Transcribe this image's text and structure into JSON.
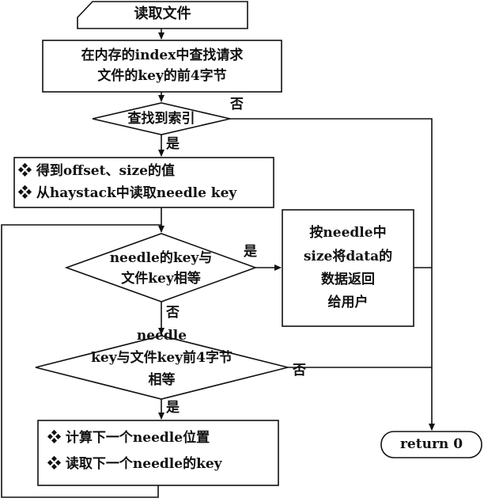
{
  "diagram": {
    "nodes": {
      "start": "读取文件",
      "lookup_line1": "在内存的index中查找请求",
      "lookup_line2": "文件的key的前4字节",
      "found_index": "查找到索引",
      "read_line1": "❖ 得到offset、size的值",
      "read_line2": "❖ 从haystack中读取needle key",
      "cmp_full_line1": "needle的key与",
      "cmp_full_line2": "文件key相等",
      "return_line1": "按needle中",
      "return_line2": "size将data的",
      "return_line3": "数据返回",
      "return_line4": "给用户",
      "cmp_prefix_line1": "needle",
      "cmp_prefix_line2": "key与文件key前4字节",
      "cmp_prefix_line3": "相等",
      "next_line1": "❖  计算下一个needle位置",
      "next_line2": "❖  读取下一个needle的key",
      "end": "return 0"
    },
    "edge_labels": {
      "found_no": "否",
      "found_yes": "是",
      "full_yes": "是",
      "full_no": "否",
      "prefix_no": "否",
      "prefix_yes": "是"
    },
    "colors": {
      "stroke": "#111111",
      "fill": "#ffffff",
      "text": "#111111"
    }
  }
}
